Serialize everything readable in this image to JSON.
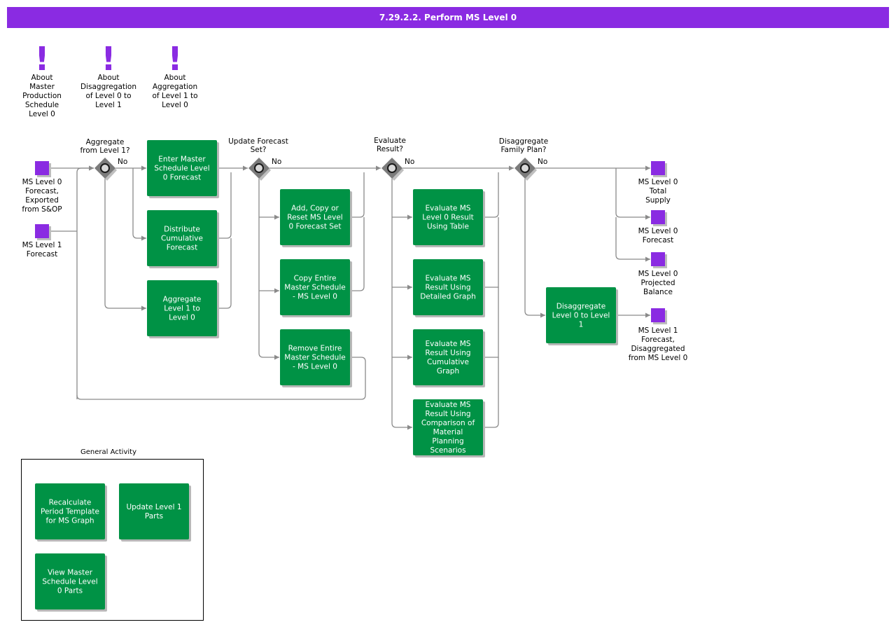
{
  "title": "7.29.2.2. Perform MS Level 0",
  "colors": {
    "title_bar": "#8a2be2",
    "task": "#009245",
    "artifact": "#8a2be2",
    "connector": "#8a8a8a",
    "gateway": "#7b7b7b"
  },
  "notes": [
    {
      "id": "note-mps",
      "label": "About\nMaster\nProduction\nSchedule\nLevel 0"
    },
    {
      "id": "note-disagg",
      "label": "About\nDisaggregation\nof Level 0 to\nLevel 1"
    },
    {
      "id": "note-agg",
      "label": "About\nAggregation\nof Level 1 to\nLevel 0"
    }
  ],
  "gateways": [
    {
      "id": "gw-aggregate",
      "question": "Aggregate\nfrom Level 1?",
      "no_label": "No"
    },
    {
      "id": "gw-update",
      "question": "Update Forecast\nSet?",
      "no_label": "No"
    },
    {
      "id": "gw-evaluate",
      "question": "Evaluate\nResult?",
      "no_label": "No"
    },
    {
      "id": "gw-disaggregate",
      "question": "Disaggregate\nFamily Plan?",
      "no_label": "No"
    }
  ],
  "tasks": [
    {
      "id": "t-enter",
      "label": "Enter Master\nSchedule Level\n0 Forecast"
    },
    {
      "id": "t-distribute",
      "label": "Distribute\nCumulative\nForecast"
    },
    {
      "id": "t-aggregate",
      "label": "Aggregate\nLevel 1 to\nLevel 0"
    },
    {
      "id": "t-add-copy",
      "label": "Add, Copy or\nReset MS Level\n0 Forecast Set"
    },
    {
      "id": "t-copy-entire",
      "label": "Copy Entire\nMaster Schedule\n- MS Level 0"
    },
    {
      "id": "t-remove",
      "label": "Remove Entire\nMaster Schedule\n- MS Level 0"
    },
    {
      "id": "t-eval-table",
      "label": "Evaluate MS\nLevel 0 Result\nUsing Table"
    },
    {
      "id": "t-eval-detailed",
      "label": "Evaluate MS\nResult Using\nDetailed Graph"
    },
    {
      "id": "t-eval-cumulative",
      "label": "Evaluate MS\nResult Using\nCumulative\nGraph"
    },
    {
      "id": "t-eval-comparison",
      "label": "Evaluate MS\nResult Using\nComparison of\nMaterial\nPlanning\nScenarios"
    },
    {
      "id": "t-disaggregate",
      "label": "Disaggregate\nLevel 0 to Level\n1"
    }
  ],
  "artifacts": [
    {
      "id": "a-ms0-forecast-sop",
      "label": "MS Level 0\nForecast,\nExported\nfrom S&OP"
    },
    {
      "id": "a-ms1-forecast",
      "label": "MS Level 1\nForecast"
    },
    {
      "id": "a-total-supply",
      "label": "MS Level 0\nTotal\nSupply"
    },
    {
      "id": "a-ms0-forecast",
      "label": "MS Level 0\nForecast"
    },
    {
      "id": "a-projected-balance",
      "label": "MS Level 0\nProjected\nBalance"
    },
    {
      "id": "a-ms1-disagg",
      "label": "MS Level 1\nForecast,\nDisaggregated\nfrom MS Level 0"
    }
  ],
  "general_activity": {
    "title": "General Activity",
    "tasks": [
      {
        "id": "g-recalc",
        "label": "Recalculate\nPeriod Template\nfor MS Graph"
      },
      {
        "id": "g-update-l1",
        "label": "Update Level 1\nParts"
      },
      {
        "id": "g-view-parts",
        "label": "View Master\nSchedule Level\n0 Parts"
      }
    ]
  }
}
